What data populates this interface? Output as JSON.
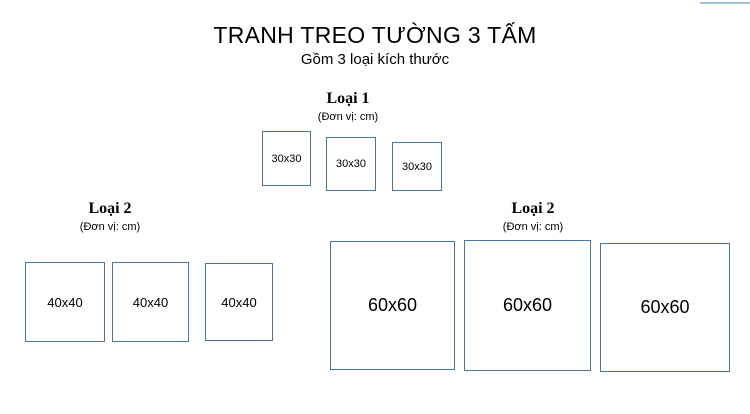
{
  "header": {
    "title": "TRANH TREO TƯỜNG 3 TẤM",
    "subtitle": "Gồm 3 loại kích thước"
  },
  "groups": [
    {
      "id": "loai-1",
      "name": "Loại 1",
      "unit": "(Đơn vị: cm)",
      "frames": [
        {
          "label": "30x30"
        },
        {
          "label": "30x30"
        },
        {
          "label": "30x30"
        }
      ]
    },
    {
      "id": "loai-2-left",
      "name": "Loại 2",
      "unit": "(Đơn vị: cm)",
      "frames": [
        {
          "label": "40x40"
        },
        {
          "label": "40x40"
        },
        {
          "label": "40x40"
        }
      ]
    },
    {
      "id": "loai-2-right",
      "name": "Loại 2",
      "unit": "(Đơn vị: cm)",
      "frames": [
        {
          "label": "60x60"
        },
        {
          "label": "60x60"
        },
        {
          "label": "60x60"
        }
      ]
    }
  ],
  "colors": {
    "frame_border": "#4a76a8",
    "background": "#ffffff",
    "text": "#000000",
    "top_rule": "#a8c0dc"
  }
}
